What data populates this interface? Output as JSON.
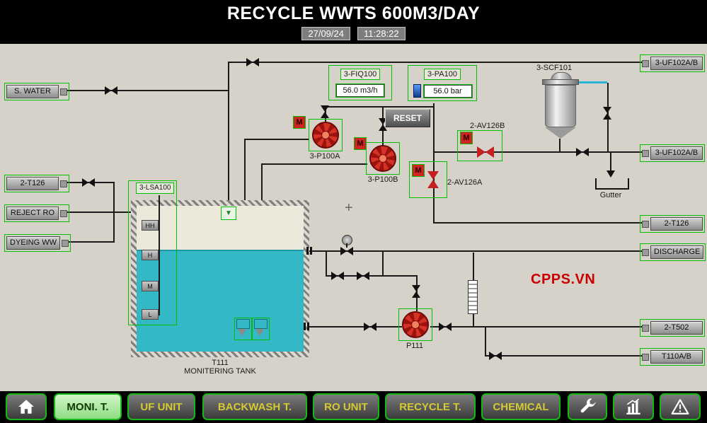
{
  "header": {
    "title": "RECYCLE WWTS 600M3/DAY",
    "date": "27/09/24",
    "time": "11:28:22"
  },
  "stations": {
    "left": [
      {
        "label": "S. WATER"
      },
      {
        "label": "2-T126"
      },
      {
        "label": "REJECT RO"
      },
      {
        "label": "DYEING WW"
      }
    ],
    "right": [
      {
        "label": "3-UF102A/B"
      },
      {
        "label": "3-UF102A/B"
      },
      {
        "label": "2-T126"
      },
      {
        "label": "DISCHARGE"
      },
      {
        "label": "2-T502"
      },
      {
        "label": "T110A/B"
      }
    ]
  },
  "instruments": {
    "flow": {
      "label": "3-FIQ100",
      "value": "56.0 m3/h"
    },
    "pressure": {
      "label": "3-PA100",
      "value": "56.0 bar"
    },
    "reset_label": "RESET"
  },
  "equipment": {
    "filter_label": "3-SCF101",
    "pump_a_label": "3-P100A",
    "pump_b_label": "3-P100B",
    "pump_p111_label": "P111",
    "valve_a_label": "2-AV126A",
    "valve_b_label": "2-AV126B",
    "level_sensor_label": "3-LSA100",
    "motor_badge": "M",
    "gutter_label": "Gutter",
    "levels": [
      "HH",
      "H",
      "M",
      "L"
    ]
  },
  "tank": {
    "name": "T111",
    "subtitle": "MONITERING TANK"
  },
  "watermark": "CPPS.VN",
  "nav": {
    "items": [
      {
        "label": "MONI. T.",
        "active": true
      },
      {
        "label": "UF UNIT",
        "active": false
      },
      {
        "label": "BACKWASH T.",
        "active": false
      },
      {
        "label": "RO UNIT",
        "active": false
      },
      {
        "label": "RECYCLE T.",
        "active": false
      },
      {
        "label": "CHEMICAL",
        "active": false
      }
    ]
  },
  "colors": {
    "selection_green": "#00c000",
    "pipe_black": "#1a1a1a",
    "pump_red": "#c42020",
    "water_teal": "#35b8c5",
    "nav_yellow": "#d6ca34",
    "watermark_red": "#c80000"
  }
}
